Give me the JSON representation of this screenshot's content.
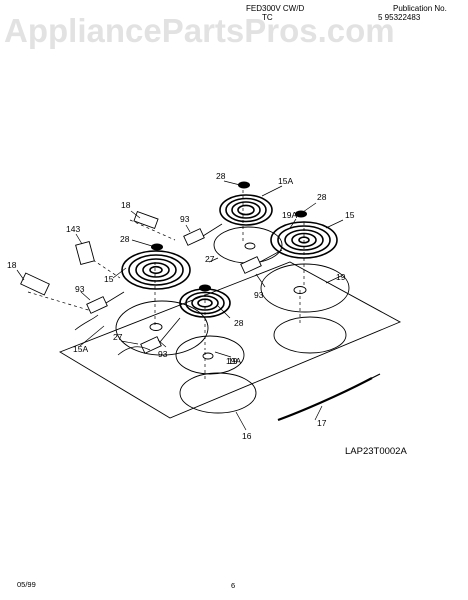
{
  "header": {
    "model": "FED300V CW/D",
    "model_line2": "TC",
    "publication_label": "Publication No.",
    "publication_number": "5 95322483"
  },
  "watermark": "AppliancePartsPros.com",
  "diagram": {
    "part_labels": [
      "28",
      "15A",
      "28",
      "19A",
      "15",
      "18",
      "93",
      "143",
      "28",
      "27",
      "15",
      "93",
      "19",
      "18",
      "93",
      "28",
      "15A",
      "27",
      "93",
      "19",
      "19A",
      "17",
      "16"
    ],
    "reference_code": "LAP23T0002A"
  },
  "footer": {
    "date": "05/99",
    "page": "6"
  }
}
